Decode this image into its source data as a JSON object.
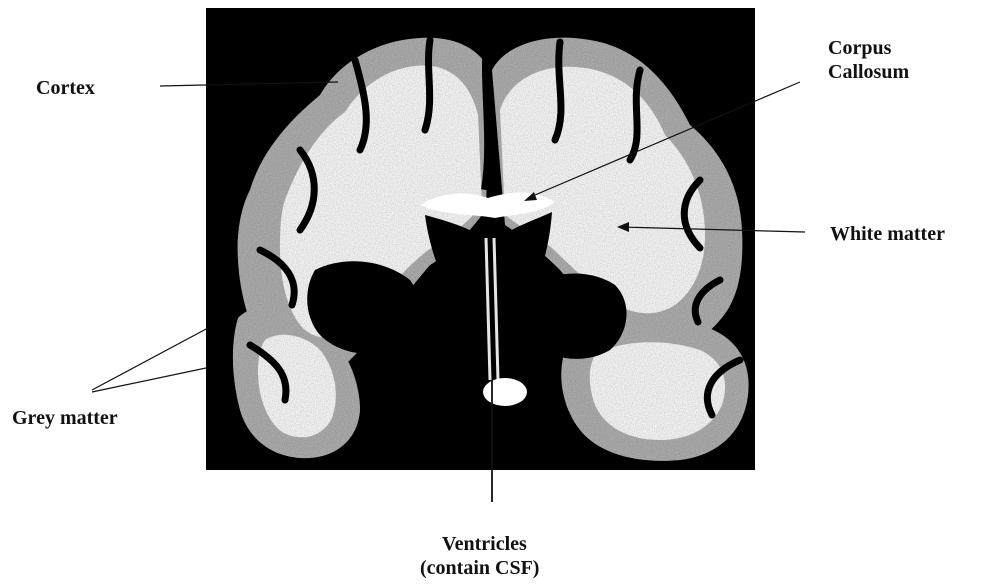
{
  "labels": {
    "cortex": "Cortex",
    "corpus_line1": "Corpus",
    "corpus_line2": "Callosum",
    "white_matter": "White matter",
    "grey_matter": "Grey matter",
    "ventricles_line1": "Ventricles",
    "ventricles_line2": "(contain CSF)"
  },
  "colors": {
    "background": "#000000",
    "white_matter": "#f4f4f4",
    "grey_matter": "#9a9a9a",
    "text": "#111111"
  }
}
